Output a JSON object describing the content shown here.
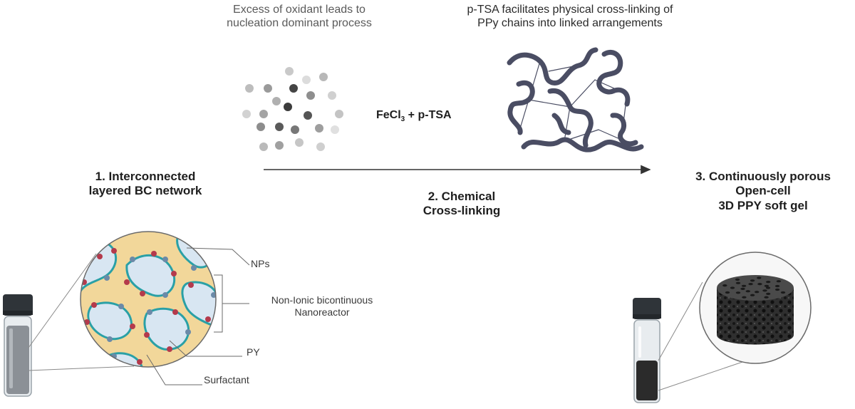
{
  "nucleation_text": [
    "Excess of oxidant leads to",
    "nucleation dominant process"
  ],
  "crosslink_note": [
    "p-TSA facilitates physical cross-linking of",
    "PPy chains into linked arrangements"
  ],
  "reagent": {
    "prefix": "FeCl",
    "subscript": "3",
    "suffix": " + p-TSA"
  },
  "step1": [
    "1. Interconnected",
    "layered BC network"
  ],
  "step2": [
    "2. Chemical",
    "Cross-linking"
  ],
  "step3": [
    "3. Continuously porous",
    "Open-cell",
    "3D PPY soft gel"
  ],
  "labels": {
    "nps": "NPs",
    "nanoreactor": [
      "Non-Ionic bicontinuous",
      "Nanoreactor"
    ],
    "py": "PY",
    "surfactant": "Surfactant"
  },
  "colors": {
    "text": "#2f2f2f",
    "arrow": "#333333",
    "chain": "#4a4d63",
    "surfactant_layer": "#f2d79a",
    "surfactant_edge": "#2aa0a6",
    "particle_red": "#b43a4c",
    "particle_blue": "#6b8aa8",
    "water": "#d8e6f2",
    "gel": "#2b2b2b"
  }
}
